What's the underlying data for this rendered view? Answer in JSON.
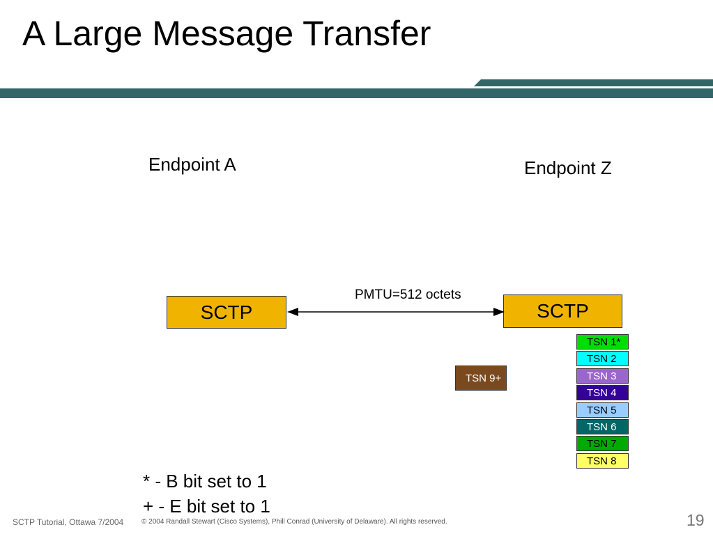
{
  "slide": {
    "title": "A Large Message Transfer",
    "banner_color": "#336666"
  },
  "diagram": {
    "endpoint_a_label": "Endpoint A",
    "endpoint_z_label": "Endpoint Z",
    "left_box_label": "SCTP",
    "right_box_label": "SCTP",
    "link_label": "PMTU=512 octets",
    "box_color": "#f0b400",
    "in_flight_chunk": {
      "label": "TSN 9+",
      "color": "#7a4a1e",
      "text_color": "#ffffff"
    },
    "received_chunks": [
      {
        "label": "TSN 1*",
        "color": "#00dd00",
        "text_color": "#000000"
      },
      {
        "label": "TSN 2",
        "color": "#00ffff",
        "text_color": "#000000"
      },
      {
        "label": "TSN 3",
        "color": "#9966cc",
        "text_color": "#ffffff"
      },
      {
        "label": "TSN 4",
        "color": "#330099",
        "text_color": "#ffffff"
      },
      {
        "label": "TSN 5",
        "color": "#99ccff",
        "text_color": "#000000"
      },
      {
        "label": "TSN 6",
        "color": "#006666",
        "text_color": "#ffffff"
      },
      {
        "label": "TSN 7",
        "color": "#00aa00",
        "text_color": "#000000"
      },
      {
        "label": "TSN 8",
        "color": "#ffff66",
        "text_color": "#000000"
      }
    ]
  },
  "legend": {
    "line1": "* - B bit set to 1",
    "line2": "+ - E bit set to 1"
  },
  "footer": {
    "left": "SCTP Tutorial, Ottawa 7/2004",
    "copyright": "© 2004 Randall Stewart (Cisco Systems), Phill Conrad (University of Delaware). All rights reserved.",
    "page_number": "19"
  }
}
